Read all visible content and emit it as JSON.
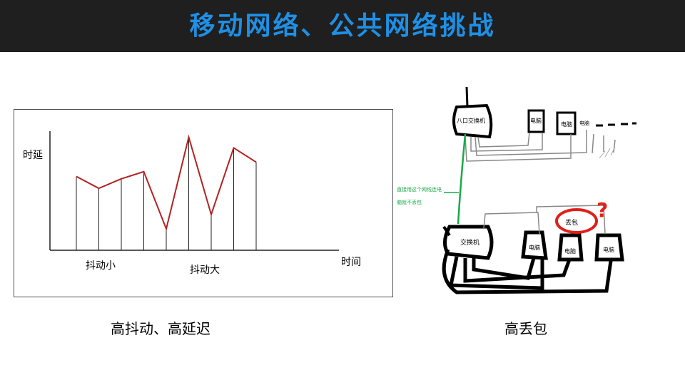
{
  "header": {
    "title": "移动网络、公共网络挑战"
  },
  "left_figure": {
    "ylabel": "时延",
    "xlabel": "时间",
    "region_labels": [
      "抖动小",
      "抖动大"
    ],
    "caption": "高抖动、高延迟"
  },
  "right_figure": {
    "switch_top_label": "八口交换机",
    "switch_bottom_label": "交换机",
    "pc_label": "电脑",
    "annotation_lines": [
      "直接用这个网线连电",
      "脑就不丢包"
    ],
    "packet_loss_label": "丢包",
    "question_mark": "?",
    "caption": "高丢包"
  },
  "chart_data": {
    "type": "line",
    "values": [
      62,
      52,
      60,
      66,
      18,
      95,
      30,
      86,
      74
    ],
    "xlabel": "时间",
    "ylabel": "时延",
    "color": "#b22222"
  },
  "colors": {
    "accent": "#1e90e6",
    "line": "#b22222",
    "cable": "#1aa84a",
    "alert": "#e0201a"
  }
}
